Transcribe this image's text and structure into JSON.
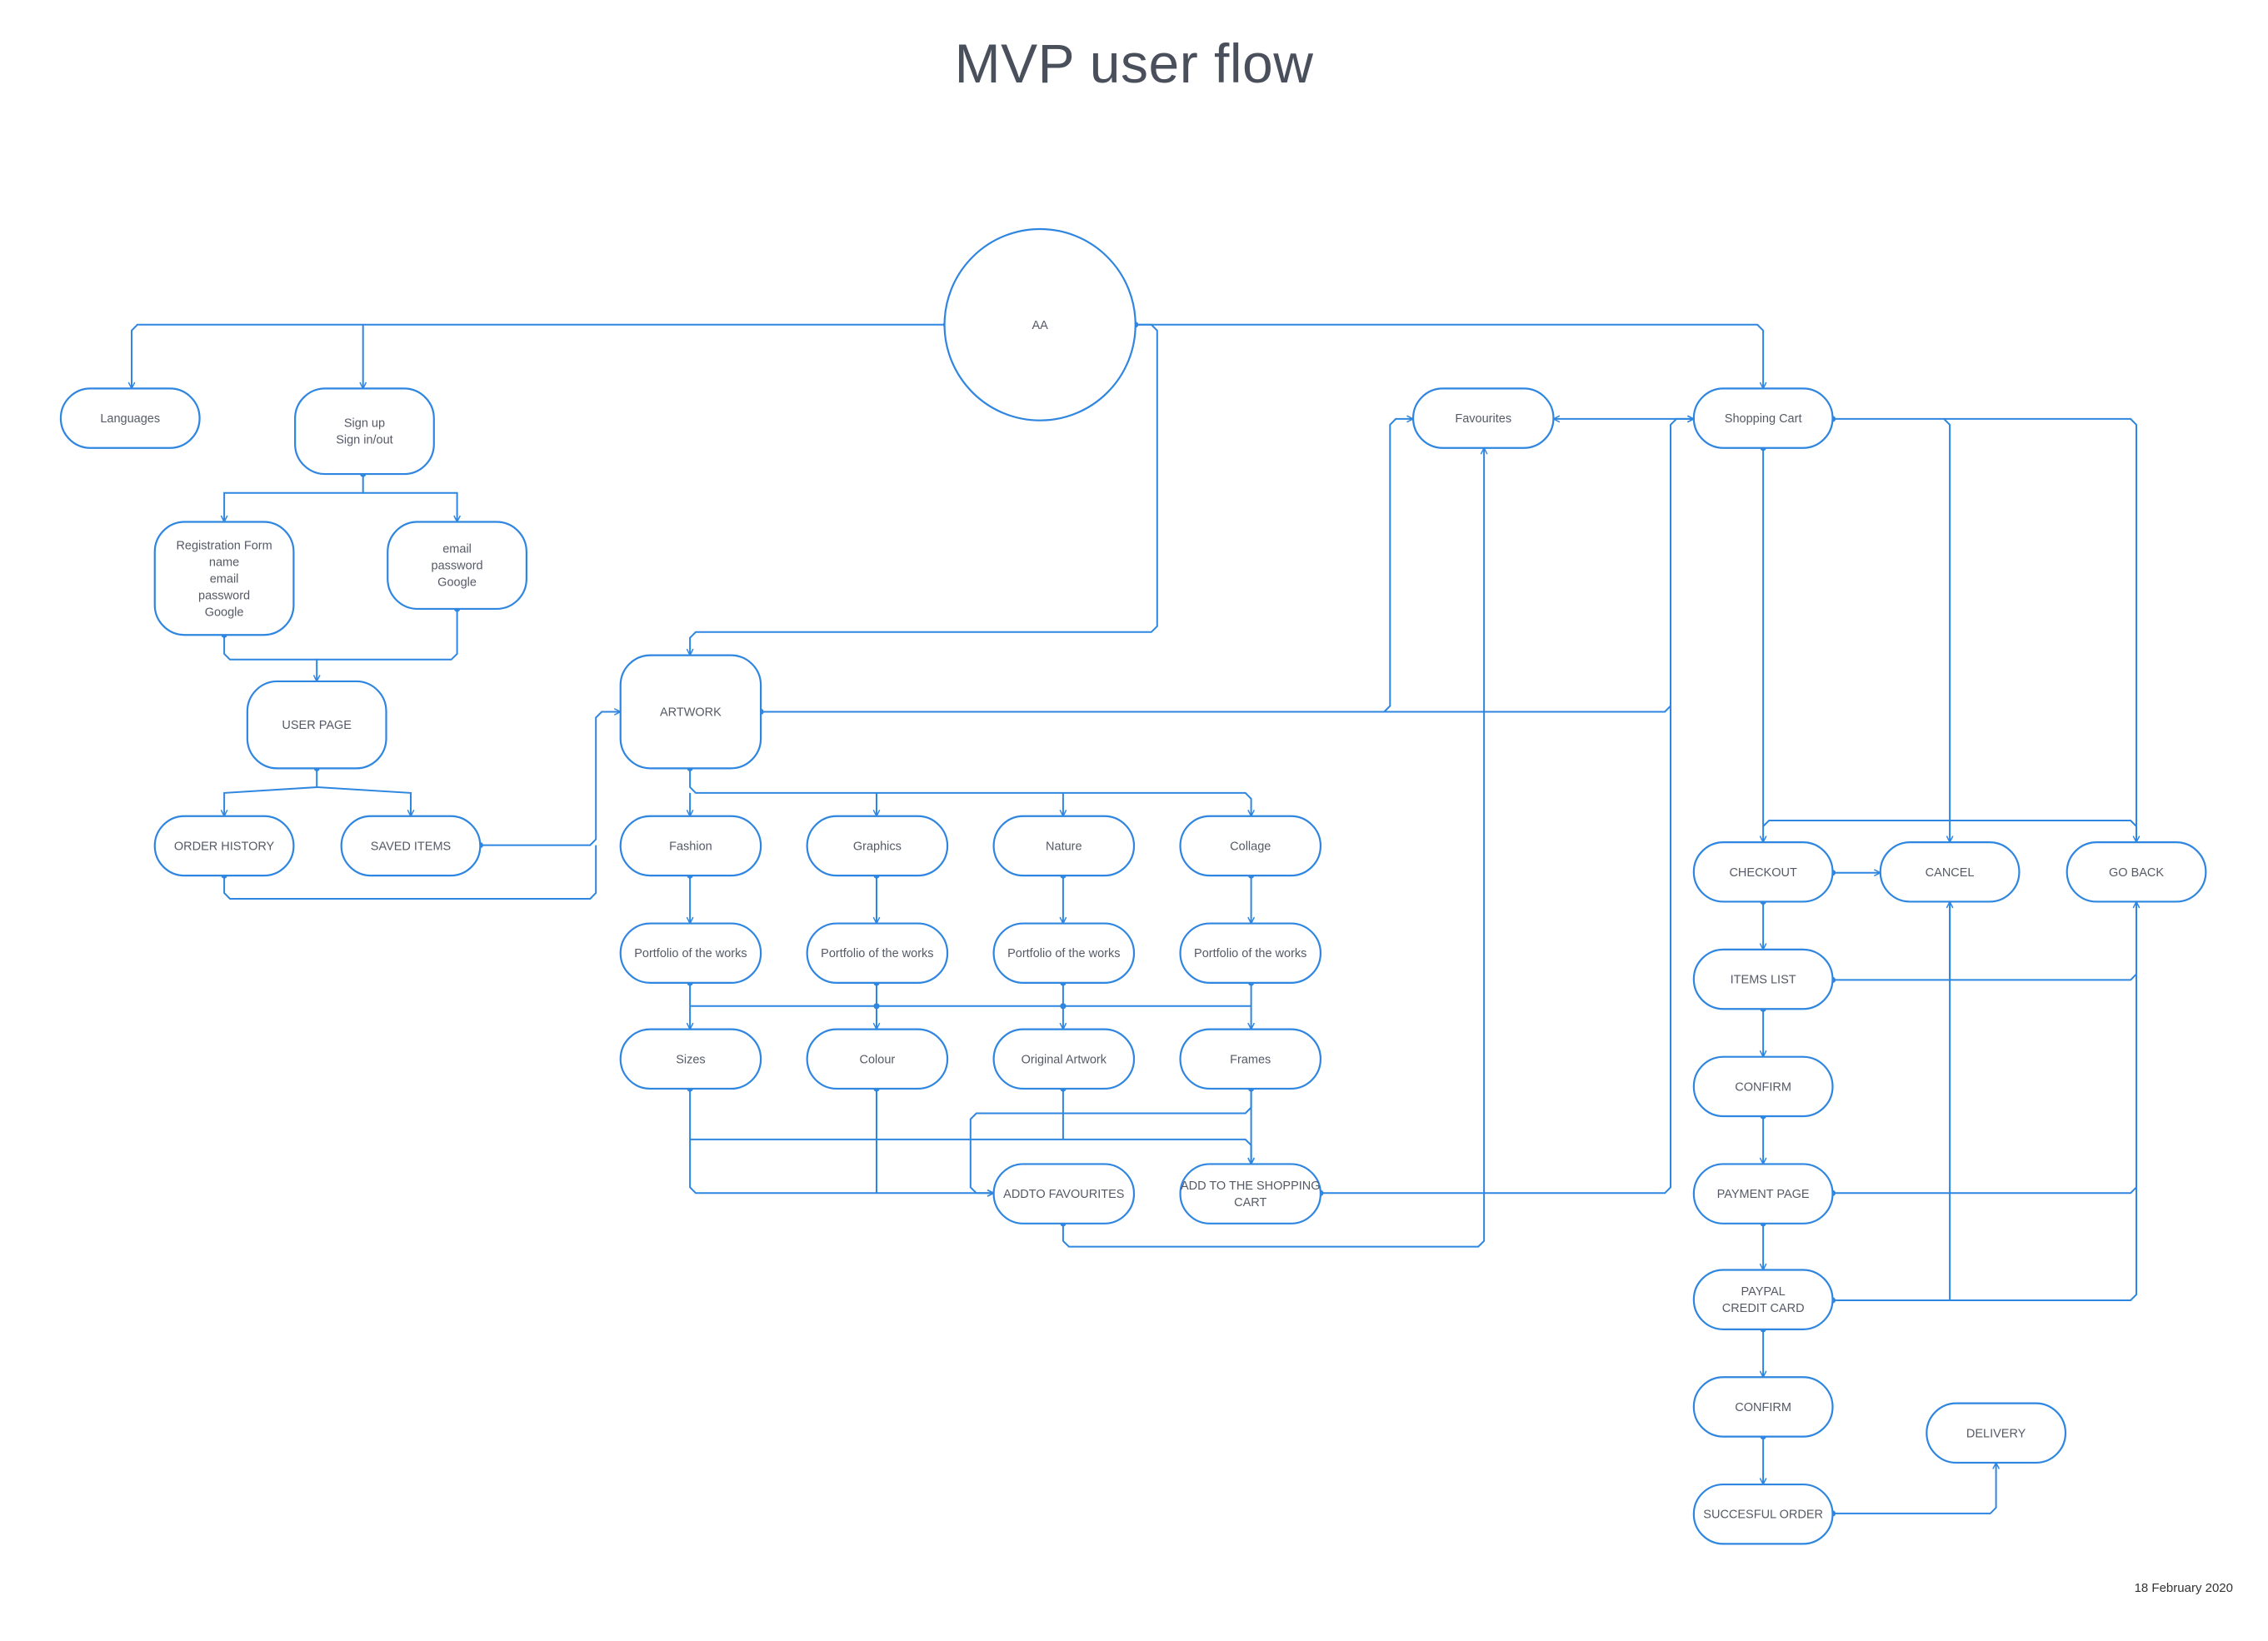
{
  "title": "MVP user flow",
  "date": "18 February 2020",
  "colors": {
    "stroke": "#2f86e0",
    "text": "#555a66",
    "title": "#4a4f5c"
  },
  "nodes": [
    {
      "id": "aa",
      "lines": [
        "AA"
      ]
    },
    {
      "id": "languages",
      "lines": [
        "Languages"
      ]
    },
    {
      "id": "signup",
      "lines": [
        "Sign up",
        "Sign in/out"
      ]
    },
    {
      "id": "regform",
      "lines": [
        "Registration Form",
        "name",
        "email",
        "password",
        "Google"
      ]
    },
    {
      "id": "login",
      "lines": [
        "email",
        "password",
        "Google"
      ]
    },
    {
      "id": "userpage",
      "lines": [
        "USER PAGE"
      ]
    },
    {
      "id": "orderhistory",
      "lines": [
        "ORDER HISTORY"
      ]
    },
    {
      "id": "saveditems",
      "lines": [
        "SAVED ITEMS"
      ]
    },
    {
      "id": "artwork",
      "lines": [
        "ARTWORK"
      ]
    },
    {
      "id": "fashion",
      "lines": [
        "Fashion"
      ]
    },
    {
      "id": "graphics",
      "lines": [
        "Graphics"
      ]
    },
    {
      "id": "nature",
      "lines": [
        "Nature"
      ]
    },
    {
      "id": "collage",
      "lines": [
        "Collage"
      ]
    },
    {
      "id": "portfolio1",
      "lines": [
        "Portfolio of the works"
      ]
    },
    {
      "id": "portfolio2",
      "lines": [
        "Portfolio of the works"
      ]
    },
    {
      "id": "portfolio3",
      "lines": [
        "Portfolio of the works"
      ]
    },
    {
      "id": "portfolio4",
      "lines": [
        "Portfolio of the works"
      ]
    },
    {
      "id": "sizes",
      "lines": [
        "Sizes"
      ]
    },
    {
      "id": "colour",
      "lines": [
        "Colour"
      ]
    },
    {
      "id": "original",
      "lines": [
        "Original Artwork"
      ]
    },
    {
      "id": "frames",
      "lines": [
        "Frames"
      ]
    },
    {
      "id": "addfav",
      "lines": [
        "ADDTO FAVOURITES"
      ]
    },
    {
      "id": "addcart",
      "lines": [
        "ADD TO THE SHOPPING",
        "CART"
      ]
    },
    {
      "id": "favourites",
      "lines": [
        "Favourites"
      ]
    },
    {
      "id": "cart",
      "lines": [
        "Shopping Cart"
      ]
    },
    {
      "id": "checkout",
      "lines": [
        "CHECKOUT"
      ]
    },
    {
      "id": "cancel",
      "lines": [
        "CANCEL"
      ]
    },
    {
      "id": "goback",
      "lines": [
        "GO BACK"
      ]
    },
    {
      "id": "itemslist",
      "lines": [
        "ITEMS LIST"
      ]
    },
    {
      "id": "confirm1",
      "lines": [
        "CONFIRM"
      ]
    },
    {
      "id": "payment",
      "lines": [
        "PAYMENT PAGE"
      ]
    },
    {
      "id": "paypal",
      "lines": [
        "PAYPAL",
        "CREDIT CARD"
      ]
    },
    {
      "id": "confirm2",
      "lines": [
        "CONFIRM"
      ]
    },
    {
      "id": "success",
      "lines": [
        "SUCCESFUL ORDER"
      ]
    },
    {
      "id": "delivery",
      "lines": [
        "DELIVERY"
      ]
    }
  ]
}
